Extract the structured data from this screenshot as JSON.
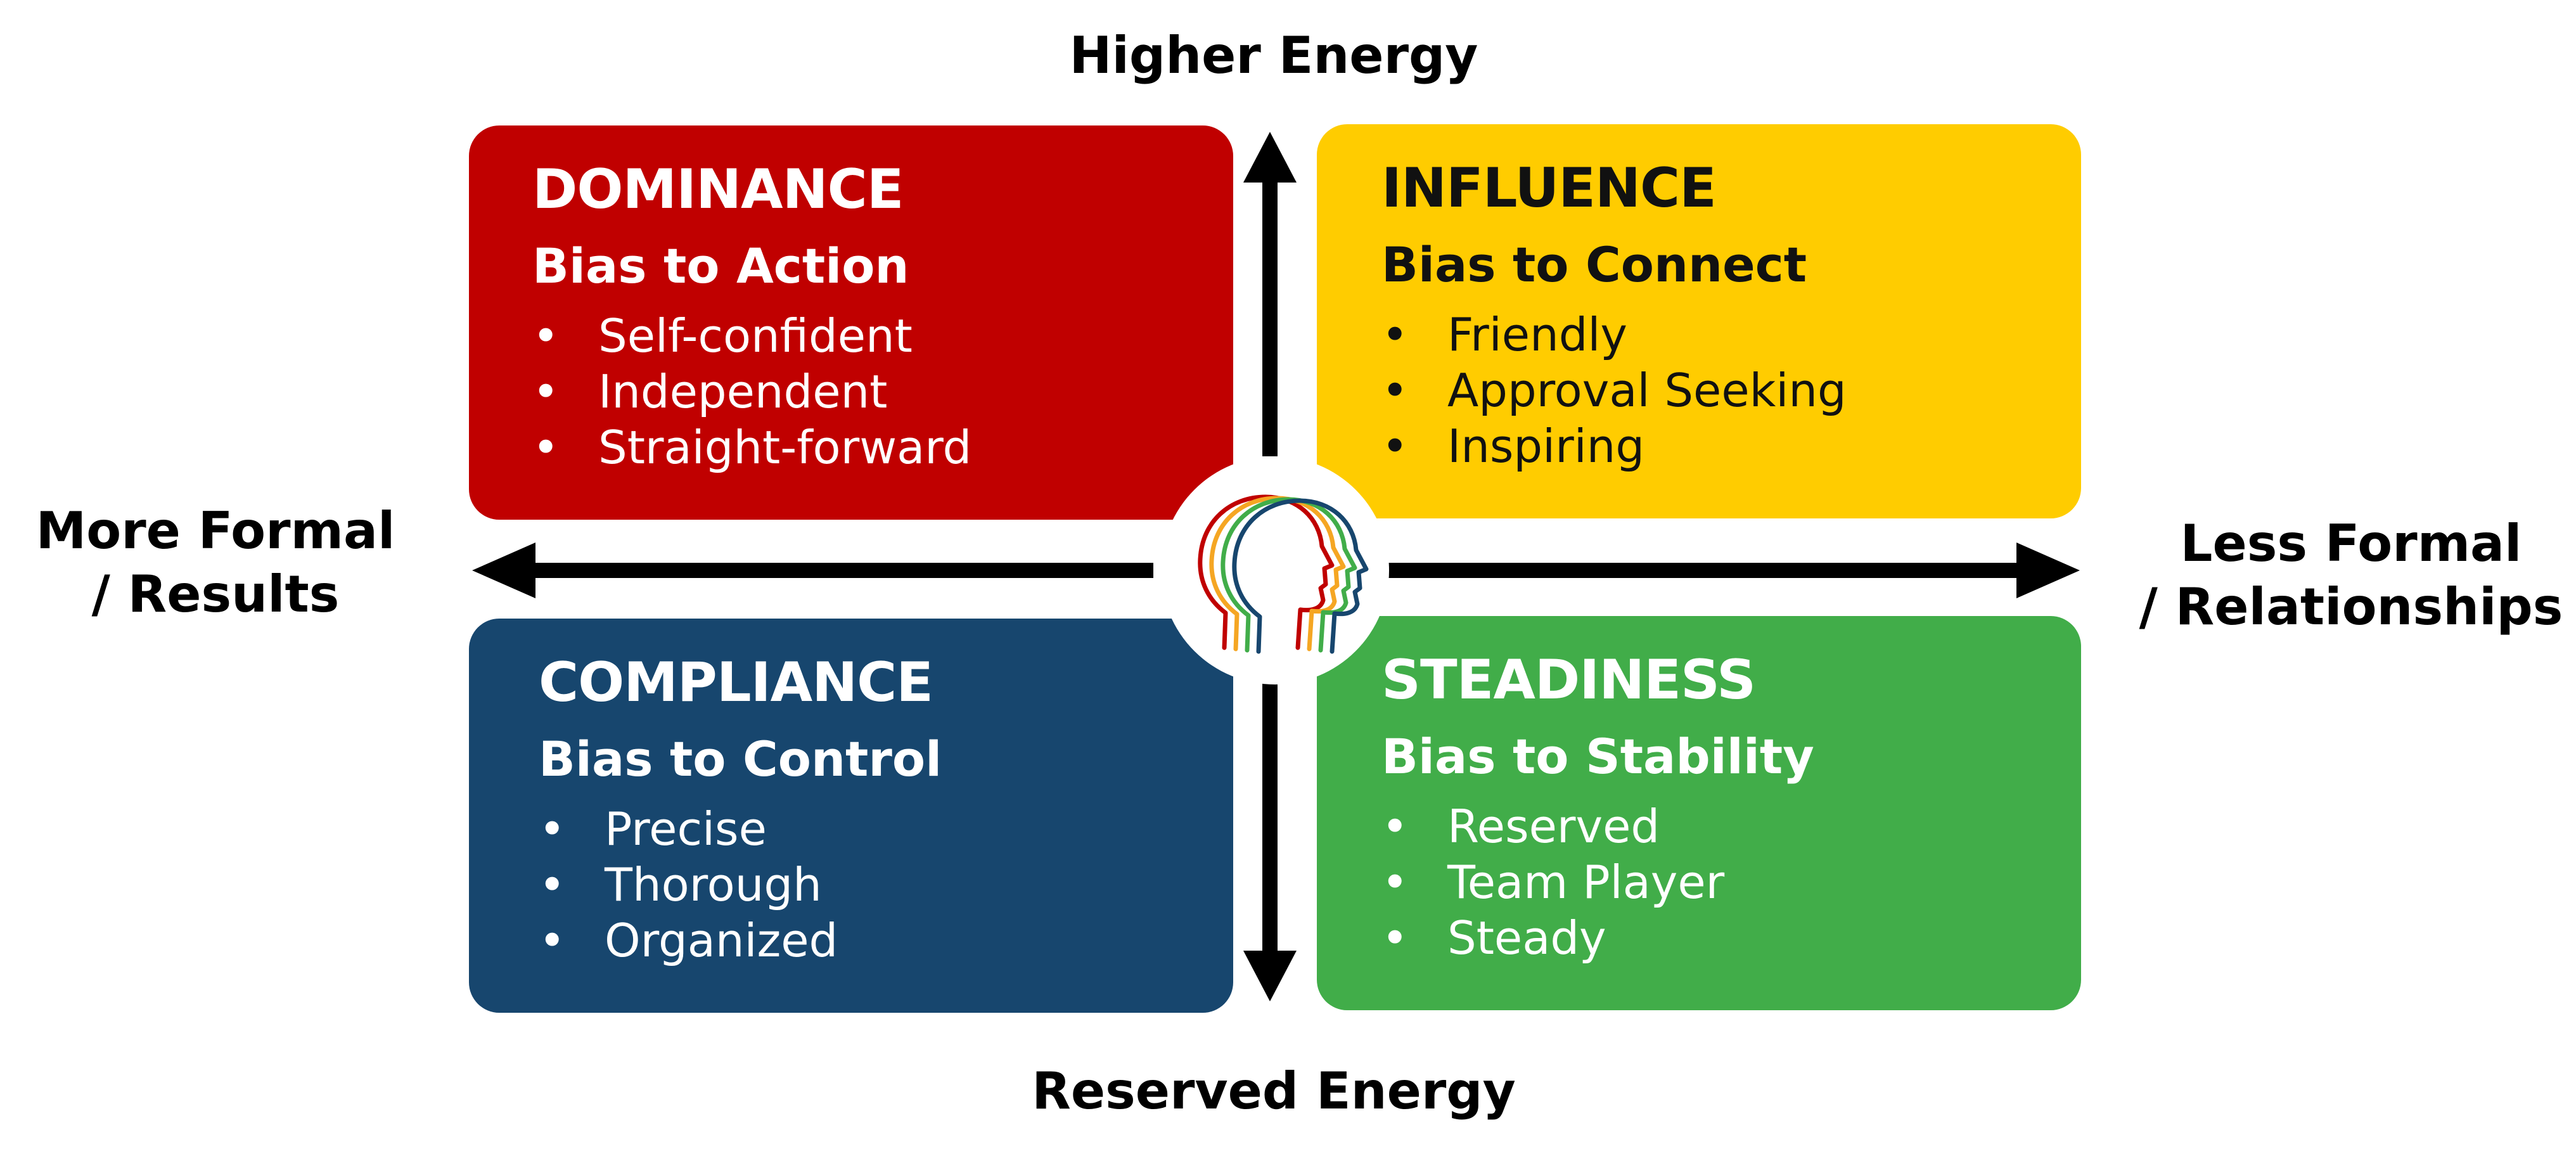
{
  "axes": {
    "top": "Higher Energy",
    "bottom": "Reserved Energy",
    "left_line1": "More Formal",
    "left_line2": "/ Results",
    "right_line1": "Less Formal",
    "right_line2": "/ Relationships"
  },
  "quadrants": {
    "dominance": {
      "title": "DOMINANCE",
      "subtitle": "Bias to Action",
      "traits": [
        "Self-confident",
        "Independent",
        "Straight-forward"
      ],
      "color": "#c00000"
    },
    "influence": {
      "title": "INFLUENCE",
      "subtitle": "Bias to Connect",
      "traits": [
        "Friendly",
        "Approval Seeking",
        "Inspiring"
      ],
      "color": "#ffcc00"
    },
    "compliance": {
      "title": "COMPLIANCE",
      "subtitle": "Bias to Control",
      "traits": [
        "Precise",
        "Thorough",
        "Organized"
      ],
      "color": "#17466e"
    },
    "steadiness": {
      "title": "STEADINESS",
      "subtitle": "Bias to Stability",
      "traits": [
        "Reserved",
        "Team Player",
        "Steady"
      ],
      "color": "#41ad49"
    }
  },
  "center_icon": "multicolor-heads-icon",
  "arrow_color": "#000000"
}
